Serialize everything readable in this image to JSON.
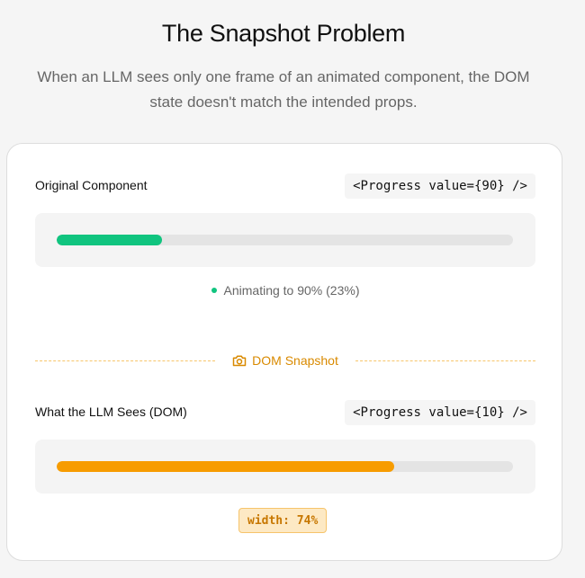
{
  "header": {
    "title": "The Snapshot Problem",
    "subtitle_line1": "When an LLM sees only one frame of an animated component, the DOM",
    "subtitle_line2": "state doesn't match the intended props."
  },
  "original": {
    "label": "Original Component",
    "code": "<Progress value={90} />",
    "progress_fraction": 0.23,
    "fill_color": "#10c47f",
    "status_text": "Animating to 90% (23%)"
  },
  "divider": {
    "label": "DOM Snapshot",
    "icon": "camera-icon",
    "color": "#d98a00"
  },
  "dom": {
    "label": "What the LLM Sees (DOM)",
    "code": "<Progress value={10} />",
    "progress_fraction": 0.74,
    "fill_color": "#f79c00",
    "width_text": "width: 74%"
  }
}
